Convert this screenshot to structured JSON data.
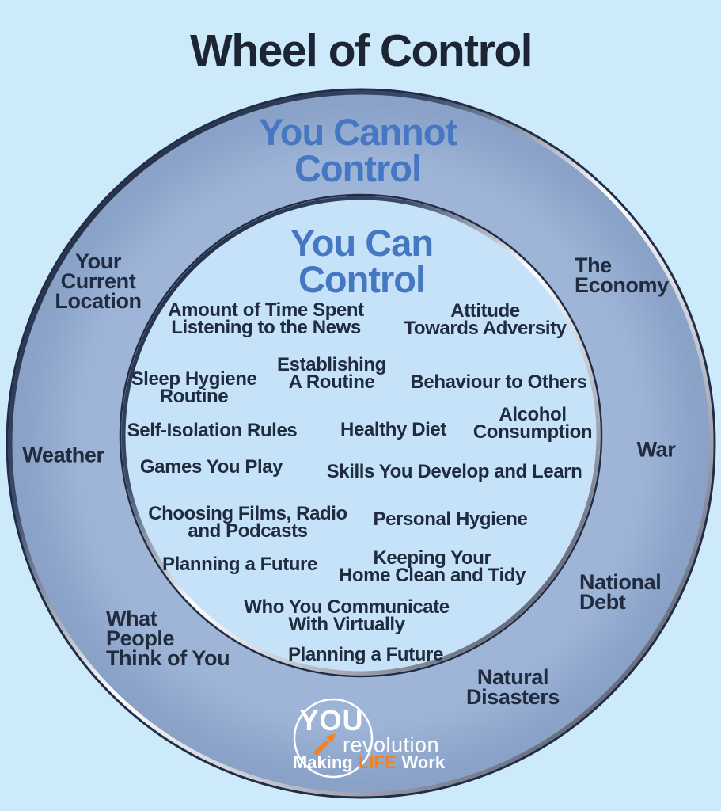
{
  "title": "Wheel of Control",
  "outer_ring": {
    "heading": "You Cannot\nControl",
    "items": [
      "Your\nCurrent\nLocation",
      "The\nEconomy",
      "Weather",
      "War",
      "What\nPeople\nThink of You",
      "National\nDebt",
      "Natural\nDisasters"
    ]
  },
  "inner_circle": {
    "heading": "You Can\nControl",
    "items": [
      "Amount of Time Spent\nListening to the News",
      "Attitude\nTowards Adversity",
      "Establishing\nA Routine",
      "Sleep Hygiene\nRoutine",
      "Behaviour to Others",
      "Alcohol\nConsumption",
      "Self-Isolation Rules",
      "Healthy Diet",
      "Games You Play",
      "Skills You Develop and Learn",
      "Choosing Films, Radio\nand Podcasts",
      "Personal Hygiene",
      "Planning a Future",
      "Keeping Your\nHome Clean and Tidy",
      "Who You Communicate\nWith Virtually",
      "Planning a Future"
    ]
  },
  "logo": {
    "brand": "YOU",
    "name": "revolution",
    "tagline": {
      "prefix": "Making",
      "highlight": "LIFE",
      "suffix": "Work"
    }
  },
  "colors": {
    "background": "#cdeafb",
    "outer_ring_fill": "#9fb6d9",
    "inner_circle_fill": "#c5e2f8",
    "heading_blue": "#4577c2",
    "text_navy": "#202b3e",
    "logo_orange": "#f58220",
    "rim_dark": "#222c44"
  }
}
